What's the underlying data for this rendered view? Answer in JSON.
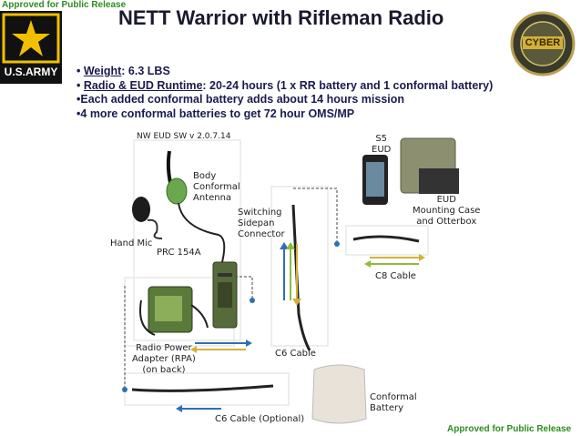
{
  "header": {
    "approved_top": "Approved for Public Release",
    "title": "NETT Warrior with Rifleman Radio",
    "army_logo_text": "U.S.ARMY",
    "cyber_seal_text": "CYBER"
  },
  "bullets": [
    {
      "prefix": "• ",
      "key": "Weight",
      "rest": ": 6.3 LBS"
    },
    {
      "prefix": "• ",
      "key": "Radio & EUD Runtime",
      "rest": ": 20-24 hours (1 x RR battery and 1 conformal battery)"
    },
    {
      "prefix": "•",
      "key": "",
      "rest": "Each added conformal battery adds about 14 hours mission"
    },
    {
      "prefix": "•",
      "key": "",
      "rest": "4 more conformal batteries to get 72 hour OMS/MP"
    }
  ],
  "diagram": {
    "sw_version": "NW EUD SW v 2.0.7.14",
    "body_antenna": "Body\nConformal\nAntenna",
    "hand_mic": "Hand Mic",
    "radio": "PRC 154A",
    "switching_connector": "Switching\nSidepan\nConnector",
    "s5_eud": "S5\nEUD",
    "eud_case": "EUD\nMounting Case\nand Otterbox",
    "c8_cable": "C8 Cable",
    "c6_cable": "C6 Cable",
    "rpa": "Radio Power\nAdapter (RPA)\n(on back)",
    "c6_optional": "C6 Cable (Optional)",
    "conformal_battery": "Conformal\nBattery"
  },
  "footer": {
    "approved_bottom": "Approved for Public Release"
  },
  "colors": {
    "arrow_blue": "#2f6fb5",
    "arrow_gold": "#d4b03a",
    "arrow_green": "#8dbb3e",
    "approved_green": "#2e8b1f"
  }
}
